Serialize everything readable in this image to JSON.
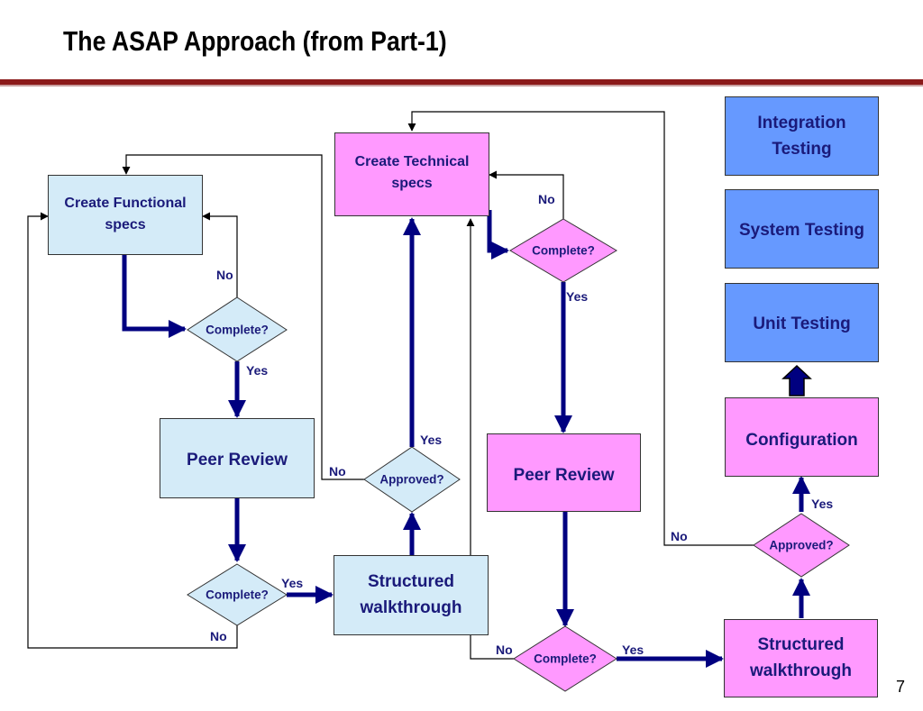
{
  "title": "The ASAP Approach (from Part-1)",
  "page_number": "7",
  "colors": {
    "rule": "#8b1a1a",
    "light_blue_box": "#d4ebf8",
    "pink_box": "#ff99ff",
    "dark_blue_box": "#6699ff",
    "arrow": "#000080",
    "text": "#1a1a7a"
  },
  "nodes": {
    "create_functional_specs": "Create Functional specs",
    "complete_1": "Complete?",
    "peer_review_1": "Peer Review",
    "complete_2": "Complete?",
    "structured_walkthrough_1": "Structured walkthrough",
    "approved_1": "Approved?",
    "create_technical_specs": "Create Technical specs",
    "complete_3": "Complete?",
    "peer_review_2": "Peer Review",
    "complete_4": "Complete?",
    "structured_walkthrough_2": "Structured walkthrough",
    "approved_2": "Approved?",
    "configuration": "Configuration",
    "unit_testing": "Unit Testing",
    "system_testing": "System Testing",
    "integration_testing": "Integration Testing"
  },
  "edge_labels": {
    "yes": "Yes",
    "no": "No"
  },
  "edges": [
    {
      "from": "create_functional_specs",
      "to": "complete_1"
    },
    {
      "from": "complete_1",
      "to": "create_functional_specs",
      "label": "No"
    },
    {
      "from": "complete_1",
      "to": "peer_review_1",
      "label": "Yes"
    },
    {
      "from": "peer_review_1",
      "to": "complete_2"
    },
    {
      "from": "complete_2",
      "to": "create_functional_specs",
      "label": "No"
    },
    {
      "from": "complete_2",
      "to": "structured_walkthrough_1",
      "label": "Yes"
    },
    {
      "from": "structured_walkthrough_1",
      "to": "approved_1"
    },
    {
      "from": "approved_1",
      "to": "create_functional_specs",
      "label": "No"
    },
    {
      "from": "approved_1",
      "to": "create_technical_specs",
      "label": "Yes"
    },
    {
      "from": "create_technical_specs",
      "to": "complete_3"
    },
    {
      "from": "complete_3",
      "to": "create_technical_specs",
      "label": "No"
    },
    {
      "from": "complete_3",
      "to": "peer_review_2",
      "label": "Yes"
    },
    {
      "from": "peer_review_2",
      "to": "complete_4"
    },
    {
      "from": "complete_4",
      "to": "create_technical_specs",
      "label": "No"
    },
    {
      "from": "complete_4",
      "to": "structured_walkthrough_2",
      "label": "Yes"
    },
    {
      "from": "structured_walkthrough_2",
      "to": "approved_2"
    },
    {
      "from": "approved_2",
      "to": "create_technical_specs",
      "label": "No"
    },
    {
      "from": "approved_2",
      "to": "configuration",
      "label": "Yes"
    },
    {
      "from": "configuration",
      "to": "unit_testing"
    }
  ]
}
